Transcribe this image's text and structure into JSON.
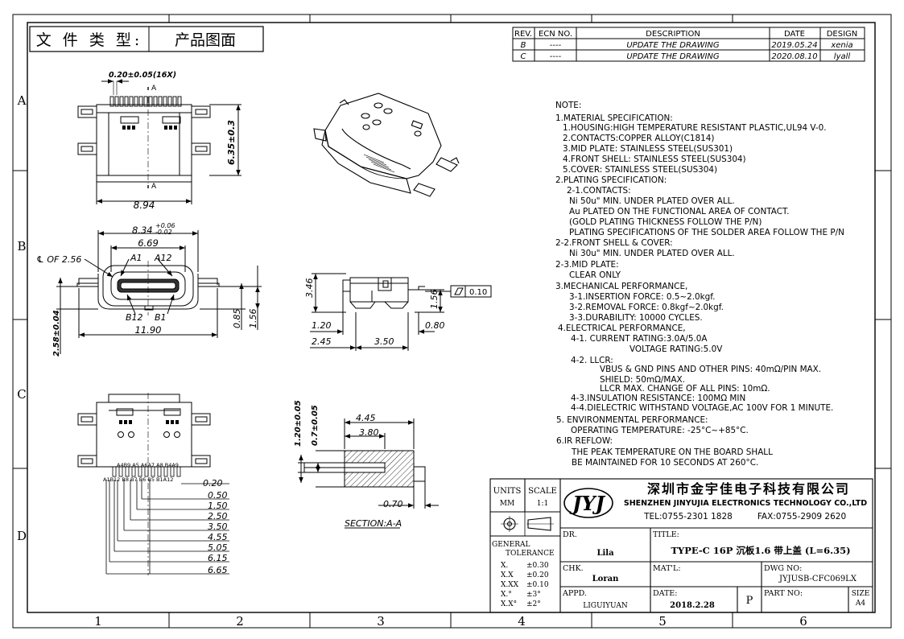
{
  "header": {
    "label": "文 件 类 型:",
    "value": "产品图面"
  },
  "border": {
    "cols": [
      "1",
      "2",
      "3",
      "4",
      "5",
      "6"
    ],
    "rows": [
      "A",
      "B",
      "C",
      "D"
    ]
  },
  "revision": {
    "headers": [
      "REV.",
      "ECN NO.",
      "DESCRIPTION",
      "DATE",
      "DESIGN"
    ],
    "rows": [
      [
        "B",
        "----",
        "UPDATE THE DRAWING",
        "2019.05.24",
        "xenia"
      ],
      [
        "C",
        "----",
        "UPDATE THE DRAWING",
        "2020.08.10",
        "lyall"
      ]
    ]
  },
  "notes": [
    "NOTE:",
    "1.MATERIAL SPECIFICATION:",
    "1.HOUSING:HIGH TEMPERATURE RESISTANT PLASTIC,UL94 V-0.",
    "2.CONTACTS:COPPER ALLOY(C1814)",
    "3.MID PLATE: STAINLESS STEEL(SUS301)",
    "4.FRONT SHELL: STAINLESS STEEL(SUS304)",
    "5.COVER: STAINLESS STEEL(SUS304)",
    "2.PLATING SPECIFICATION:",
    "2-1.CONTACTS:",
    "Ni 50u\" MIN. UNDER PLATED OVER ALL.",
    "Au PLATED ON THE FUNCTIONAL AREA OF CONTACT.",
    "(GOLD PLATING THICKNESS FOLLOW THE P/N)",
    "PLATING SPECIFICATIONS OF THE SOLDER AREA FOLLOW THE P/N",
    "2-2.FRONT SHELL & COVER:",
    "Ni 30u\" MIN. UNDER PLATED OVER ALL.",
    "2-3.MID PLATE:",
    "CLEAR ONLY",
    "3.MECHANICAL PERFORMANCE,",
    "3-1.INSERTION FORCE: 0.5~2.0kgf.",
    "3-2.REMOVAL FORCE: 0.8kgf~2.0kgf.",
    "3-3.DURABILITY: 10000 CYCLES.",
    "4.ELECTRICAL PERFORMANCE,",
    "4-1. CURRENT RATING:3.0A/5.0A",
    "VOLTAGE RATING:5.0V",
    "4-2. LLCR:",
    "VBUS & GND PINS AND OTHER PINS: 40mΩ/PIN MAX.",
    "SHIELD: 50mΩ/MAX.",
    "LLCR MAX. CHANGE OF ALL PINS: 10mΩ.",
    "4-3.INSULATION RESISTANCE: 100MΩ MIN",
    "4-4.DIELECTRIC WITHSTAND VOLTAGE,AC 100V FOR 1 MINUTE.",
    "5. ENVIRONMENTAL PERFORMANCE:",
    "OPERATING TEMPERATURE: -25°C~+85°C.",
    "6.IR REFLOW:",
    "THE PEAK TEMPERATURE ON THE BOARD SHALL",
    "BE MAINTAINED FOR 10 SECONDS AT 260°C."
  ],
  "dims": {
    "top_pitch": "0.20±0.05(16X)",
    "A": "A",
    "h635": "6.35±0.3",
    "w894": "8.94",
    "w834": "8.34",
    "tol_up": "+0.06",
    "tol_dn": "-0.02",
    "w669": "6.69",
    "cl": "℄ OF 2.56",
    "a1": "A1",
    "a12": "A12",
    "b12": "B12",
    "b1": "B1",
    "d085": "0.85",
    "d156": "1.56",
    "w1190": "11.90",
    "d258": "2.58±0.04",
    "d346": "3.46",
    "d156b": "1.56",
    "d120": "1.20",
    "d080": "0.80",
    "d245": "2.45",
    "d350": "3.50",
    "flat": "0.10",
    "d120v": "1.20±0.05",
    "d07v": "0.7±0.05",
    "d445": "4.45",
    "d380": "3.80",
    "d070": "0.70",
    "section": "SECTION:A-A",
    "pins_top": "A4B9 A5 A6A7 A8 B4A9",
    "pins_bot": "A1B12 B8 B7 B6 B5 B1A12",
    "ladder": [
      "0.20",
      "0.50",
      "1.50",
      "2.50",
      "3.50",
      "4.55",
      "5.05",
      "6.15",
      "6.65"
    ]
  },
  "titleblock": {
    "units_label": "UNITS",
    "units_value": "MM",
    "scale_label": "SCALE",
    "scale_value": "1:1",
    "company_cn": "深圳市金宇佳电子科技有限公司",
    "company_en": "SHENZHEN JINYUJIA ELECTRONICS TECHNOLOGY CO.,LTD",
    "tel": "TEL:0755-2301 1828",
    "fax": "FAX:0755-2909 2620",
    "logo": "JYJ",
    "tol_title1": "GENERAL",
    "tol_title2": "TOLERANCE",
    "tol_rows": [
      [
        "X.",
        "±0.30"
      ],
      [
        "X.X",
        "±0.20"
      ],
      [
        "X.XX",
        "±0.10"
      ],
      [
        "X.°",
        "±3°"
      ],
      [
        "X.X°",
        "±2°"
      ]
    ],
    "dr_label": "DR.",
    "dr_value": "Lila",
    "title_label": "TITLE:",
    "title_value": "TYPE-C 16P 沉板1.6 带上盖 (L=6.35)",
    "chk_label": "CHK.",
    "chk_value": "Loran",
    "mat_label": "MAT'L:",
    "dwg_label": "DWG NO:",
    "dwg_value": "JYJUSB-CFC069LX",
    "appd_label": "APPD.",
    "appd_value": "LIGUIYUAN",
    "date_label": "DATE:",
    "date_value": "2018.2.28",
    "p": "P",
    "part_label": "PART NO:",
    "size_label": "SIZE",
    "size_value": "A4"
  }
}
